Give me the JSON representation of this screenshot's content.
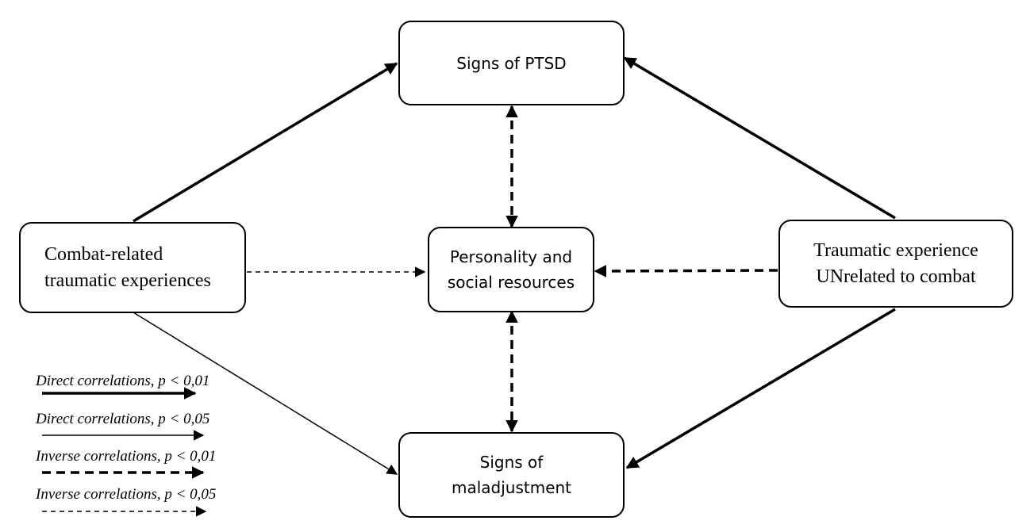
{
  "nodes": {
    "ptsd": {
      "lines": [
        "Signs of PTSD"
      ]
    },
    "resources": {
      "lines": [
        "Personality and",
        "social resources"
      ]
    },
    "maladjustment": {
      "lines": [
        "Signs of",
        "maladjustment"
      ]
    },
    "combat": {
      "lines": [
        "Combat-related",
        "traumatic experiences"
      ]
    },
    "noncombat": {
      "lines": [
        "Traumatic experience",
        "UNrelated to combat"
      ]
    }
  },
  "legend": [
    {
      "label": "Direct correlations, p < 0,01"
    },
    {
      "label": "Direct correlations, p < 0,05"
    },
    {
      "label": "Inverse correlations, p < 0,01"
    },
    {
      "label": "Inverse correlations, p < 0,05"
    }
  ]
}
